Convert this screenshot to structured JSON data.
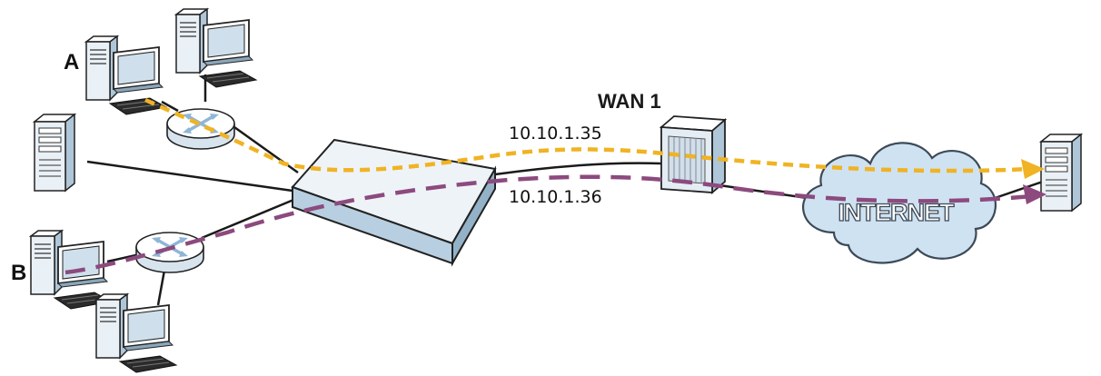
{
  "labels": {
    "host_a": "A",
    "host_b": "B",
    "wan_interface": "WAN 1",
    "ip_primary": "10.10.1.35",
    "ip_secondary": "10.10.1.36",
    "cloud": "INTERNET"
  },
  "colors": {
    "route_a": "#f0b323",
    "route_b": "#8c4a7e",
    "device_face": "#e9f0f6",
    "device_side": "#aec6d8",
    "cloud_fill": "#cfe2f2",
    "cloud_stroke": "#3c4a57"
  },
  "icons": {
    "pc": "desktop-computer-icon",
    "server": "tower-server-icon",
    "router": "router-icon",
    "gateway": "gateway-appliance-icon",
    "modem": "wan-modem-icon",
    "internet": "cloud-icon"
  }
}
